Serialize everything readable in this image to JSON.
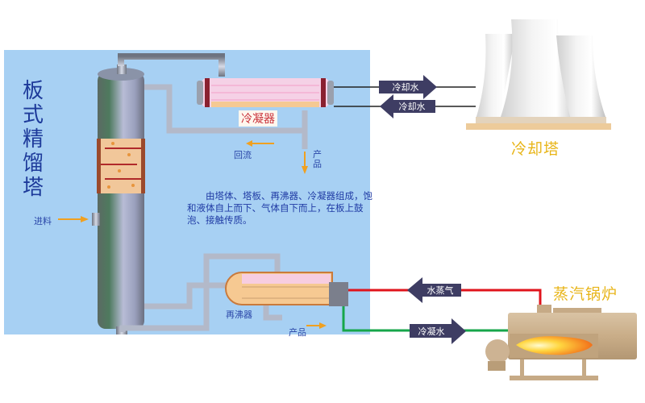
{
  "title": "板式精馏塔",
  "labels": {
    "feed": "进料",
    "condenser": "冷凝器",
    "reflux": "回流",
    "product_top": "产品",
    "reboiler": "再沸器",
    "product_bottom": "产品",
    "cooling_tower": "冷却塔",
    "steam_boiler": "蒸汽锅炉"
  },
  "flows": {
    "cooling_water_out": "冷却水",
    "cooling_water_in": "冷却水",
    "steam": "水蒸气",
    "condensate": "冷凝水"
  },
  "description": "由塔体、塔板、再沸器、冷凝器组成，饱和液体自上而下、气体自下而上，在板上鼓泡、接触传质。",
  "colors": {
    "panel_bg": "#a7d0f3",
    "steam_line": "#e0141c",
    "condensate_line": "#16a64a",
    "arrow_fill": "#3e3d63",
    "accent_label": "#e8b519",
    "title_text": "#1d3a9a"
  }
}
